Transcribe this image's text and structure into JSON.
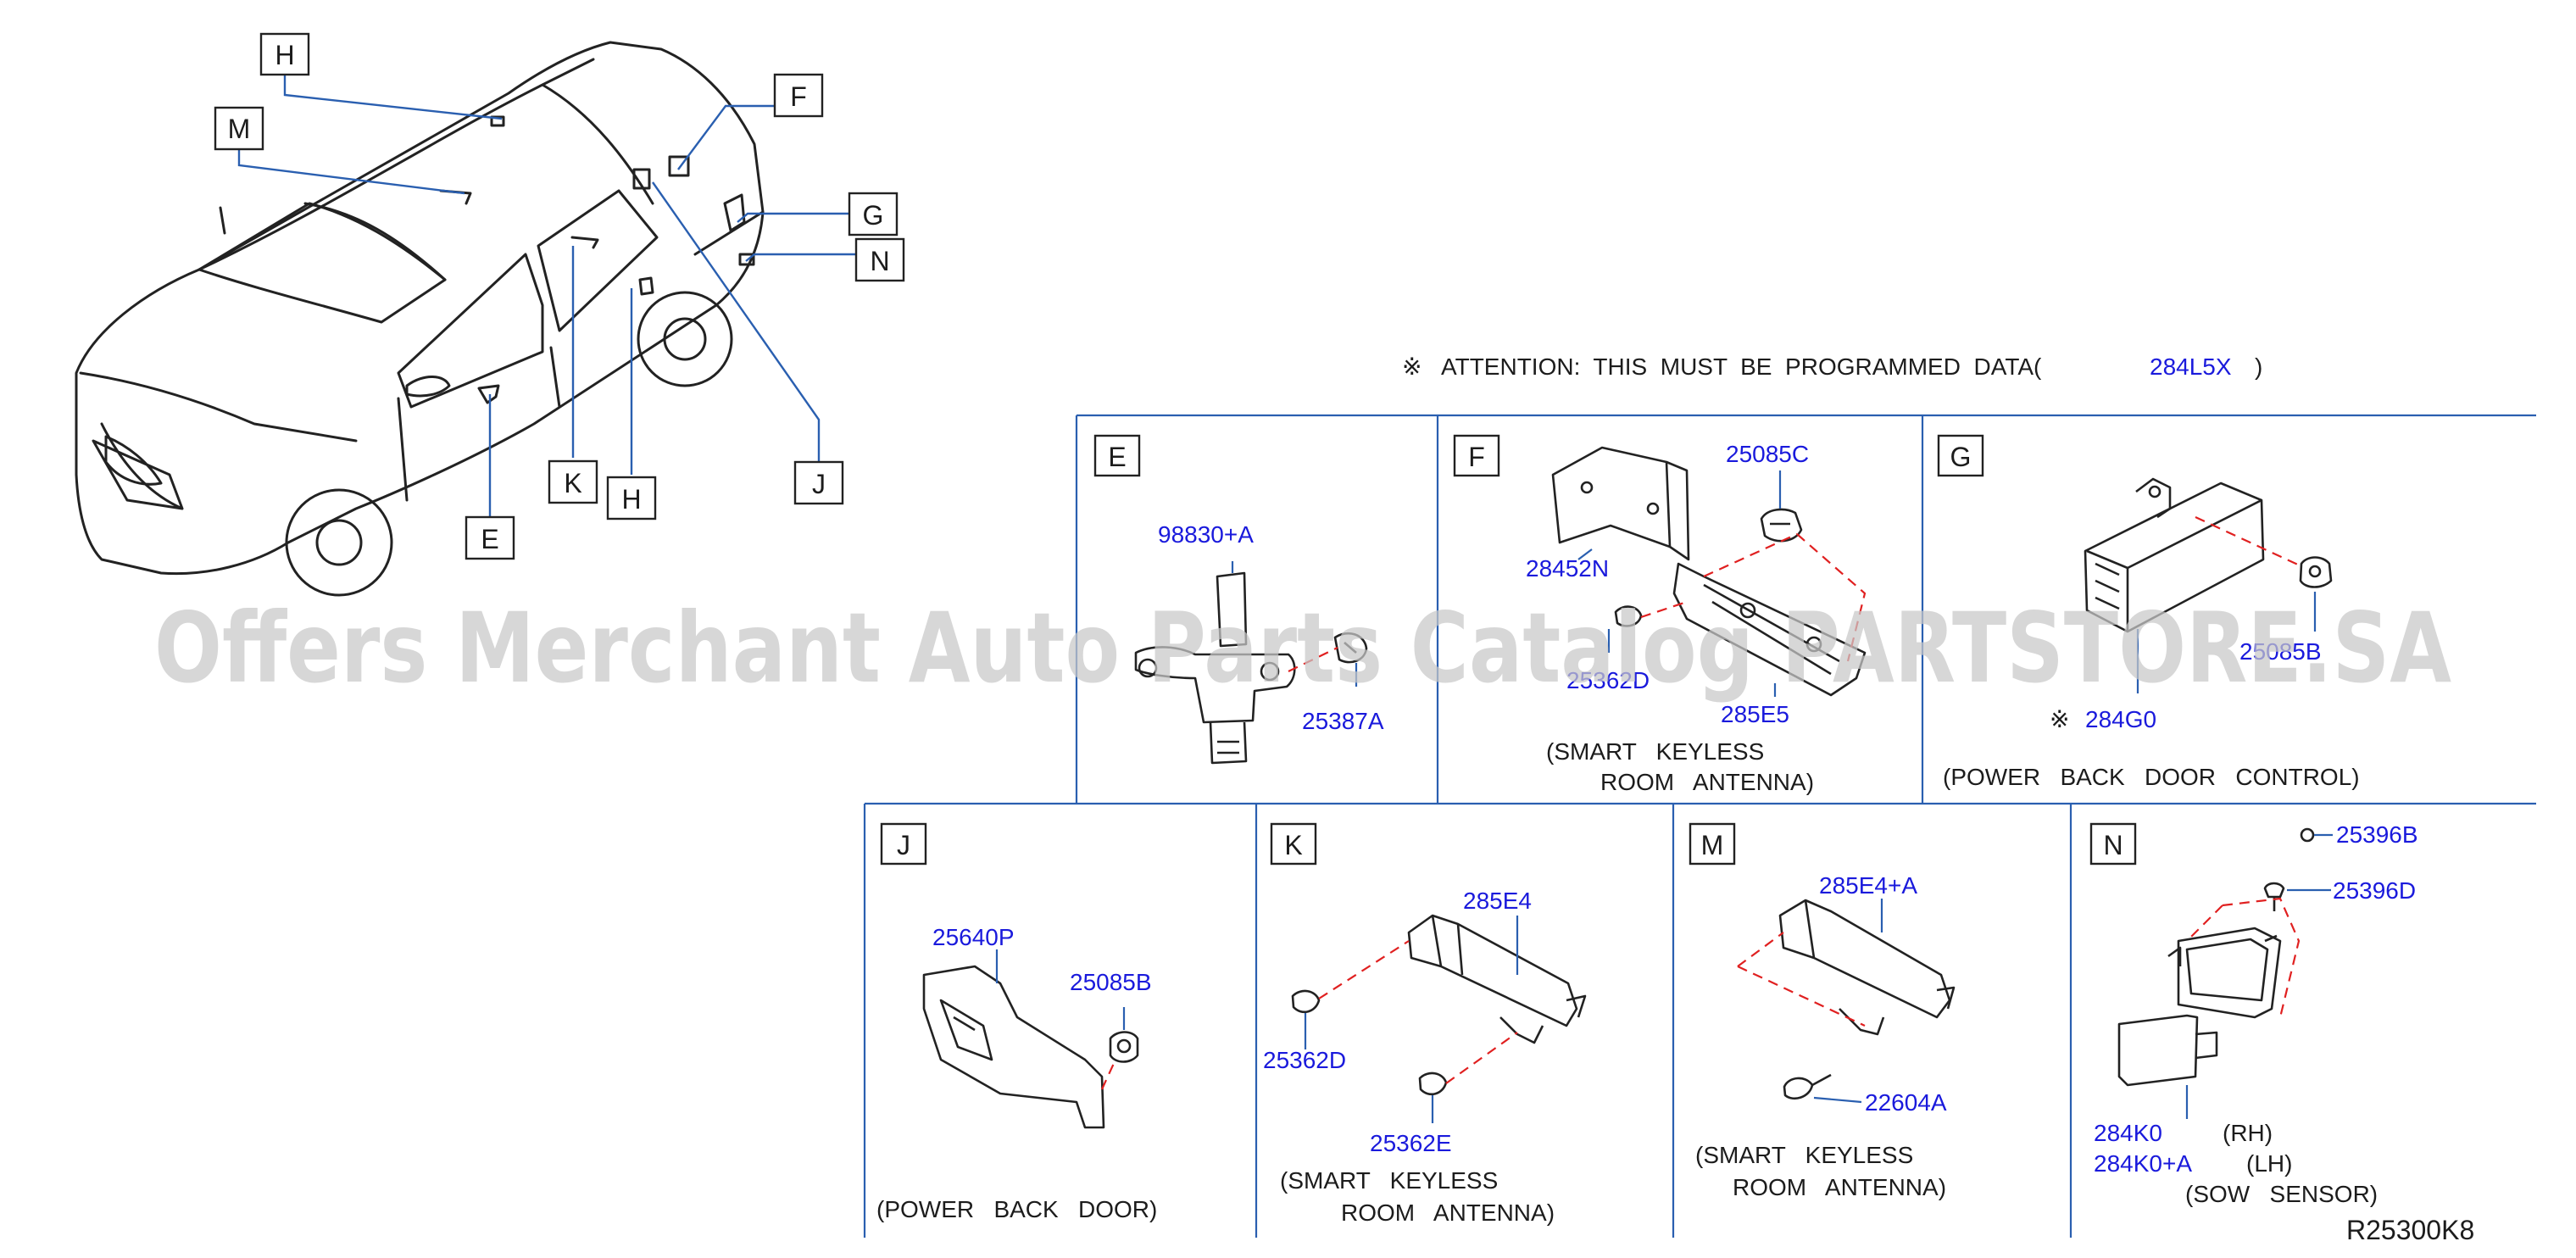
{
  "watermark": "Offers Merchant Auto Parts Catalog PARTSTORE.SA",
  "attention": {
    "symbol": "※",
    "text": "ATTENTION:  THIS  MUST  BE  PROGRAMMED  DATA(",
    "part": "284L5X",
    "close": ")"
  },
  "diagram_code": "R25300K8",
  "overview": {
    "letters": {
      "H1": "H",
      "M": "M",
      "F": "F",
      "G": "G",
      "N": "N",
      "J": "J",
      "H2": "H",
      "K": "K",
      "E": "E"
    }
  },
  "panels": {
    "E": {
      "letter": "E",
      "parts": [
        "98830+A",
        "25387A"
      ]
    },
    "F": {
      "letter": "F",
      "parts": [
        "25085C",
        "28452N",
        "25362D",
        "285E5"
      ],
      "caption1": "(SMART   KEYLESS",
      "caption2": "ROOM   ANTENNA)"
    },
    "G": {
      "letter": "G",
      "parts": [
        "25085B",
        "284G0"
      ],
      "mark": "※",
      "caption1": "(POWER   BACK   DOOR   CONTROL)"
    },
    "J": {
      "letter": "J",
      "parts": [
        "25640P",
        "25085B"
      ],
      "caption1": "(POWER   BACK   DOOR)"
    },
    "K": {
      "letter": "K",
      "parts": [
        "285E4",
        "25362D",
        "25362E"
      ],
      "caption1": "(SMART   KEYLESS",
      "caption2": "ROOM   ANTENNA)"
    },
    "M": {
      "letter": "M",
      "parts": [
        "285E4+A",
        "22604A"
      ],
      "caption1": "(SMART   KEYLESS",
      "caption2": "ROOM   ANTENNA)"
    },
    "N": {
      "letter": "N",
      "parts": [
        "25396B",
        "25396D",
        "284K0",
        "284K0+A"
      ],
      "rh": "(RH)",
      "lh": "(LH)",
      "caption1": "(SOW   SENSOR)"
    }
  }
}
